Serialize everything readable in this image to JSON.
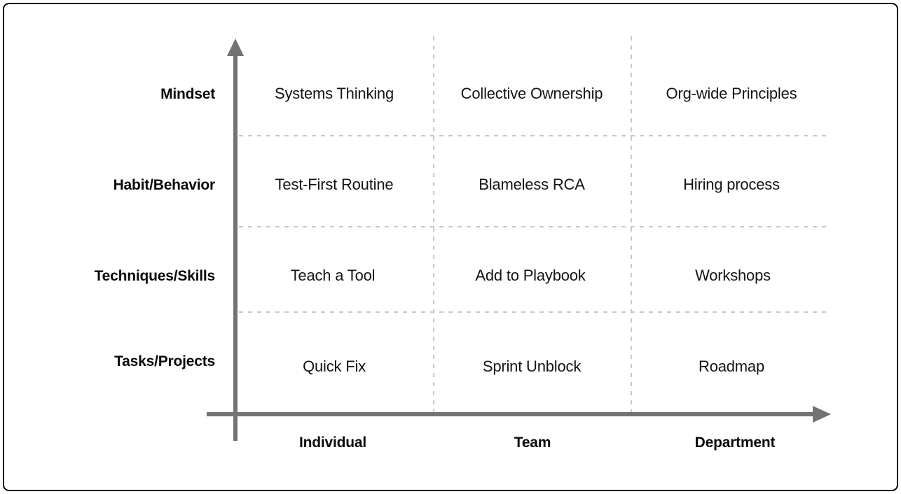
{
  "chart_data": {
    "type": "table",
    "title": "",
    "xlabel": "",
    "ylabel": "",
    "grid": true,
    "legend": "none",
    "columns": [
      "Individual",
      "Team",
      "Department"
    ],
    "rows": [
      "Mindset",
      "Habit/Behavior",
      "Techniques/Skills",
      "Tasks/Projects"
    ],
    "cells": [
      [
        "Systems Thinking",
        "Collective Ownership",
        "Org-wide Principles"
      ],
      [
        "Test-First Routine",
        "Blameless RCA",
        "Hiring process"
      ],
      [
        "Teach a Tool",
        "Add to Playbook",
        "Workshops"
      ],
      [
        "Quick Fix",
        "Sprint Unblock",
        "Roadmap"
      ]
    ],
    "axes": {
      "x_arrow": true,
      "y_arrow": true,
      "axis_color": "#737373",
      "grid_color": "#c8c8c8"
    }
  },
  "matrix": {
    "row_labels": [
      {
        "text": "Mindset"
      },
      {
        "text": "Habit/Behavior"
      },
      {
        "text": "Techniques/Skills"
      },
      {
        "text": "Tasks/Projects"
      }
    ],
    "col_labels": [
      {
        "text": "Individual"
      },
      {
        "text": "Team"
      },
      {
        "text": "Department"
      }
    ],
    "cells": [
      {
        "text": "Systems Thinking"
      },
      {
        "text": "Collective Ownership"
      },
      {
        "text": "Org-wide Principles"
      },
      {
        "text": "Test-First Routine"
      },
      {
        "text": "Blameless RCA"
      },
      {
        "text": "Hiring process"
      },
      {
        "text": "Teach a Tool"
      },
      {
        "text": "Add to Playbook"
      },
      {
        "text": "Workshops"
      },
      {
        "text": "Quick Fix"
      },
      {
        "text": "Sprint Unblock"
      },
      {
        "text": "Roadmap"
      }
    ]
  }
}
